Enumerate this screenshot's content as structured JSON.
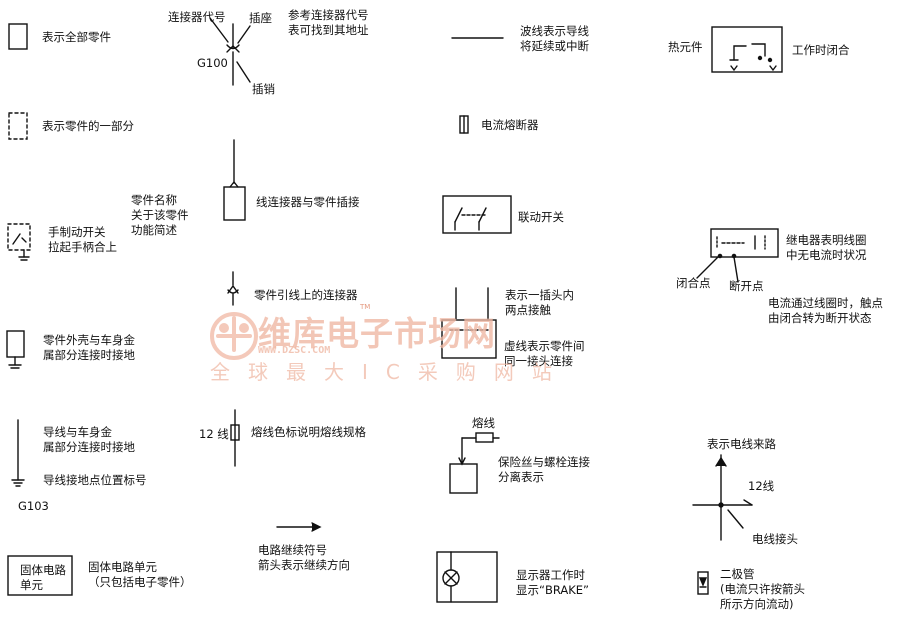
{
  "labels": {
    "whole_part": "表示全部零件",
    "connector_code": "连接器代号",
    "socket": "插座",
    "ref_connector": "参考连接器代号\n表可找到其地址",
    "g100": "G100",
    "pin": "插销",
    "wavy_wire": "波线表示导线\n将延续或中断",
    "heat_element": "热元件",
    "closed_when_working": "工作时闭合",
    "part_of_part": "表示零件的一部分",
    "current_fuse": "电流熔断器",
    "part_name": "零件名称\n关于该零件\n功能简述",
    "wire_connector_plug": "线连接器与零件插接",
    "manual_switch": "手制动开关\n拉起手柄合上",
    "linked_switch": "联动开关",
    "relay_desc": "继电器表明线圈\n中无电流时状况",
    "closed_point": "闭合点",
    "open_point": "断开点",
    "lead_connector": "零件引线上的连接器",
    "two_contacts": "表示一插头内\n两点接触",
    "relay_current": "电流通过线圈时，触点\n由闭合转为断开状态",
    "case_ground": "零件外壳与车身金\n属部分连接时接地",
    "dashed_parts": "虚线表示零件间\n同一接头连接",
    "wire_12": "12 线",
    "fusible_link_color": "熔线色标说明熔线规格",
    "fusible_link": "熔线",
    "wire_body_ground": "导线与车身金\n属部分连接时接地",
    "fuse_bolt": "保险丝与螺栓连接\n分离表示",
    "wire_source": "表示电线来路",
    "ground_point_no": "导线接地点位置标号",
    "g103": "G103",
    "wire_12b": "12线",
    "wire_joint": "电线接头",
    "solid_unit_box": "固体电路\n单元",
    "solid_unit_desc": "固体电路单元\n（只包括电子零件）",
    "continuation": "电路继续符号\n箭头表示继续方向",
    "indicator": "显示器工作时\n显示“BRAKE”",
    "diode": "二极管\n(电流只许按箭头\n所示方向流动)"
  },
  "watermark": {
    "brand": "维库电子市场网",
    "url": "WWW.DZSC.COM",
    "slogan": "全球最大IC采购网站",
    "tm": "TM"
  },
  "colors": {
    "ink": "#111111",
    "watermark": "#f0b9a5",
    "watermark_logo": "#f3c4b3"
  }
}
